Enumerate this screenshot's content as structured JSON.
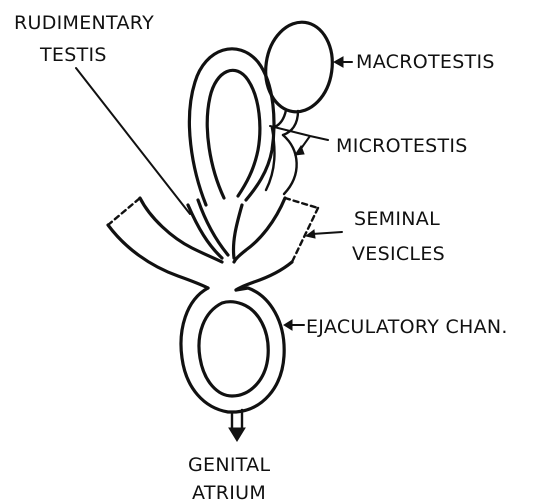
{
  "labels": {
    "rudimentary_testis": [
      "RUDIMENTARY",
      "TESTIS"
    ],
    "macrotestis": "MACROTESTIS",
    "microtestis": "MICROTESTIS",
    "seminal_vesicles": [
      "SEMINAL",
      "VESICLES"
    ],
    "ejaculatory_channel": "EJACULATORY CHAN.",
    "genital_atrium": [
      "GENITAL",
      "ATRIUM"
    ]
  },
  "colors": {
    "ink": "#111111",
    "paper": "#ffffff"
  }
}
